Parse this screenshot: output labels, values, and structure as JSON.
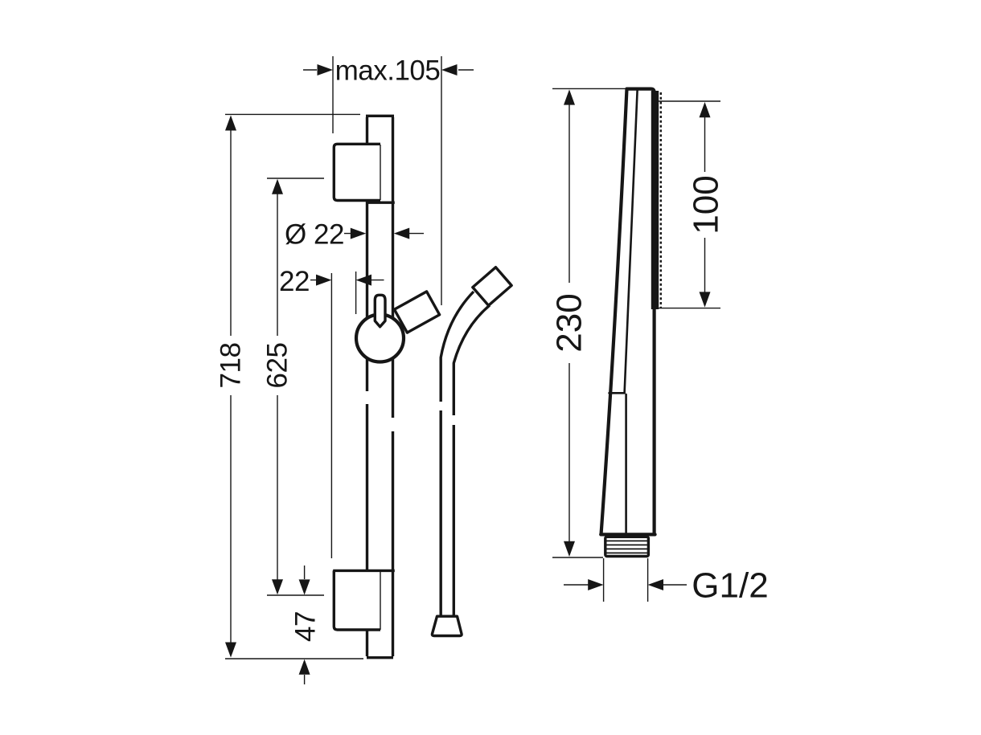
{
  "colors": {
    "background": "#ffffff",
    "line": "#161616"
  },
  "wall_bar": {
    "dims": {
      "max_wall_offset": "max.105",
      "overall_height": "718",
      "hole_distance": "625",
      "bar_diameter": "Ø 22",
      "wall_clearance": "22",
      "bottom_offset": "47"
    }
  },
  "hand_shower": {
    "dims": {
      "overall_length": "230",
      "spray_face": "100",
      "thread": "G1/2"
    }
  }
}
